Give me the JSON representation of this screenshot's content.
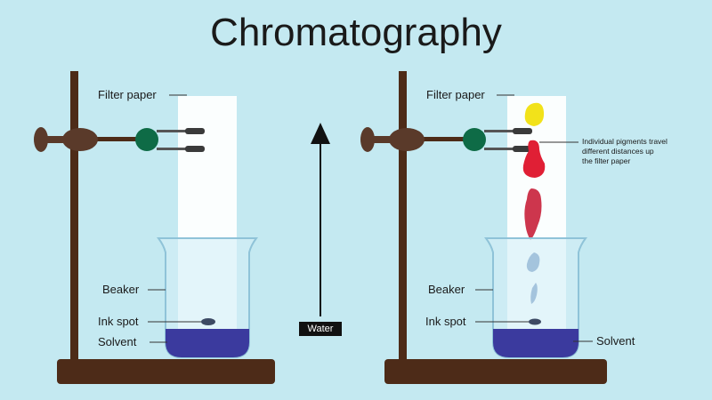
{
  "title": "Chromatography",
  "left_apparatus": {
    "filter_paper_label": "Filter paper",
    "beaker_label": "Beaker",
    "ink_spot_label": "Ink spot",
    "solvent_label": "Solvent"
  },
  "right_apparatus": {
    "filter_paper_label": "Filter paper",
    "beaker_label": "Beaker",
    "ink_spot_label": "Ink spot",
    "solvent_label": "Solvent",
    "pigment_note": "Individual pigments travel different distances up the filter paper",
    "pigment_note_lines": [
      "Individual pigments travel",
      "different distances up",
      "the filter paper"
    ]
  },
  "arrow": {
    "label": "Water"
  },
  "colors": {
    "background": "#c4e9f1",
    "stand_brown": "#4d2b18",
    "clamp_green": "#0e6b46",
    "solvent_blue": "#3b3a9e",
    "pigment_yellow": "#f2e21a",
    "pigment_red": "#e01f35",
    "pigment_blue": "#5e86b7"
  }
}
